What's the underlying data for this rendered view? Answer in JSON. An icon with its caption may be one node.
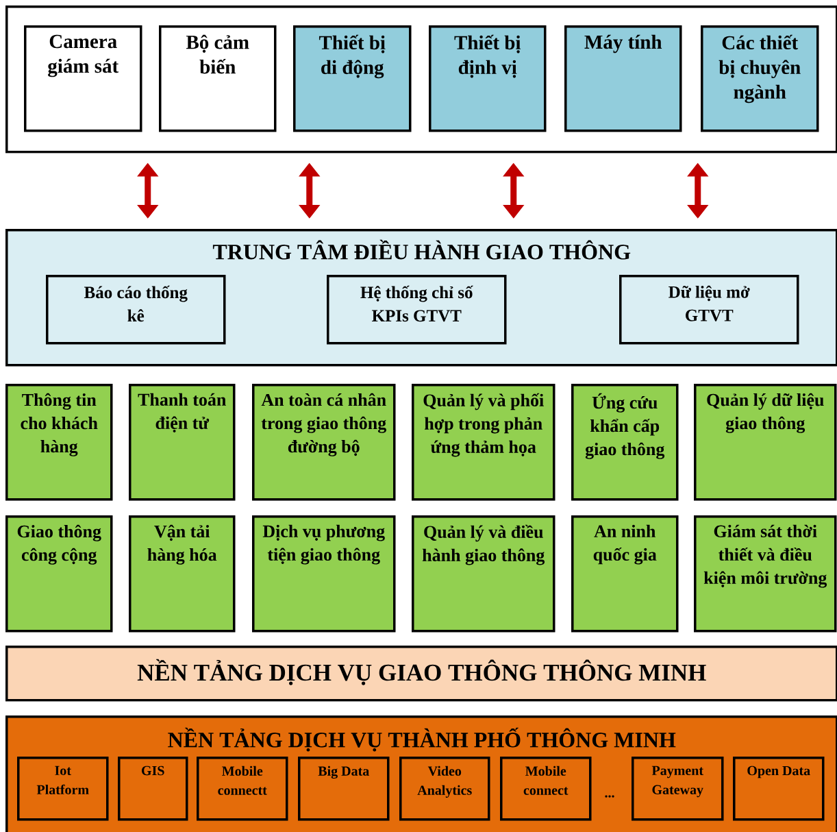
{
  "diagram": {
    "nodes": [
      {
        "text": [],
        "shape": "box"
      },
      {
        "text": [
          "Camera giám sát"
        ],
        "in": 0
      },
      {
        "text": [
          "Bộ cảm biến"
        ],
        "in": 0
      },
      {
        "text": [
          "Thiết bị di động"
        ],
        "in": 0
      },
      {
        "text": [
          "Thiết bị định vị"
        ],
        "in": 0
      },
      {
        "text": [
          "Máy tính"
        ],
        "in": 0
      },
      {
        "text": [
          "Các thiết bị chuyên ngành"
        ],
        "in": 0
      },
      {
        "text": [
          "TRUNG TÂM ĐIỀU HÀNH GIAO THÔNG"
        ]
      },
      {
        "text": [
          "Báo cáo thống kê"
        ],
        "in": 7
      },
      {
        "text": [
          "Hệ thống chỉ số KPIs GTVT"
        ],
        "in": 7
      },
      {
        "text": [
          "Dữ liệu mở GTVT"
        ],
        "in": 7
      },
      {
        "text": [
          "Thông tin cho khách hàng"
        ]
      },
      {
        "text": [
          "Thanh toán điện tử"
        ]
      },
      {
        "text": [
          "An toàn cá nhân trong giao thông đường bộ"
        ]
      },
      {
        "text": [
          "Quản lý và phối hợp trong phản ứng thảm họa"
        ]
      },
      {
        "text": [
          "Ứng cứu khẩn cấp giao thông"
        ]
      },
      {
        "text": [
          "Quản lý dữ liệu giao thông"
        ]
      },
      {
        "text": [
          "Giao thông công cộng"
        ]
      },
      {
        "text": [
          "Vận tải hàng hóa"
        ]
      },
      {
        "text": [
          "Dịch vụ phương tiện giao thông"
        ]
      },
      {
        "text": [
          "Quản lý và điều hành giao thông"
        ]
      },
      {
        "text": [
          "An ninh quốc gia"
        ]
      },
      {
        "text": [
          "Giám sát thời thiết và điều kiện môi trường"
        ]
      },
      {
        "text": [
          "NỀN TẢNG DỊCH VỤ GIAO THÔNG THÔNG MINH"
        ]
      },
      {
        "text": [
          "NỀN TẢNG DỊCH VỤ THÀNH PHỐ THÔNG MINH"
        ]
      },
      {
        "text": [
          "Iot Platform"
        ],
        "in": 24
      },
      {
        "text": [
          "GIS"
        ],
        "in": 24
      },
      {
        "text": [
          "Mobile connectt"
        ],
        "in": 24
      },
      {
        "text": [
          "Big Data"
        ],
        "in": 24
      },
      {
        "text": [
          "Video Analytics"
        ],
        "in": 24
      },
      {
        "text": [
          "Mobile connect"
        ],
        "in": 24
      },
      {
        "text": [
          "Payment Gateway"
        ],
        "in": 24
      },
      {
        "text": [
          "Open Data"
        ],
        "in": 24
      }
    ],
    "edges": [
      {
        "from": 0,
        "to": 7,
        "arrow": "both"
      },
      {
        "from": 0,
        "to": 7,
        "arrow": "both"
      },
      {
        "from": 0,
        "to": 7,
        "arrow": "both"
      },
      {
        "from": 0,
        "to": 7,
        "arrow": "both"
      }
    ],
    "labels": [
      "..."
    ]
  }
}
